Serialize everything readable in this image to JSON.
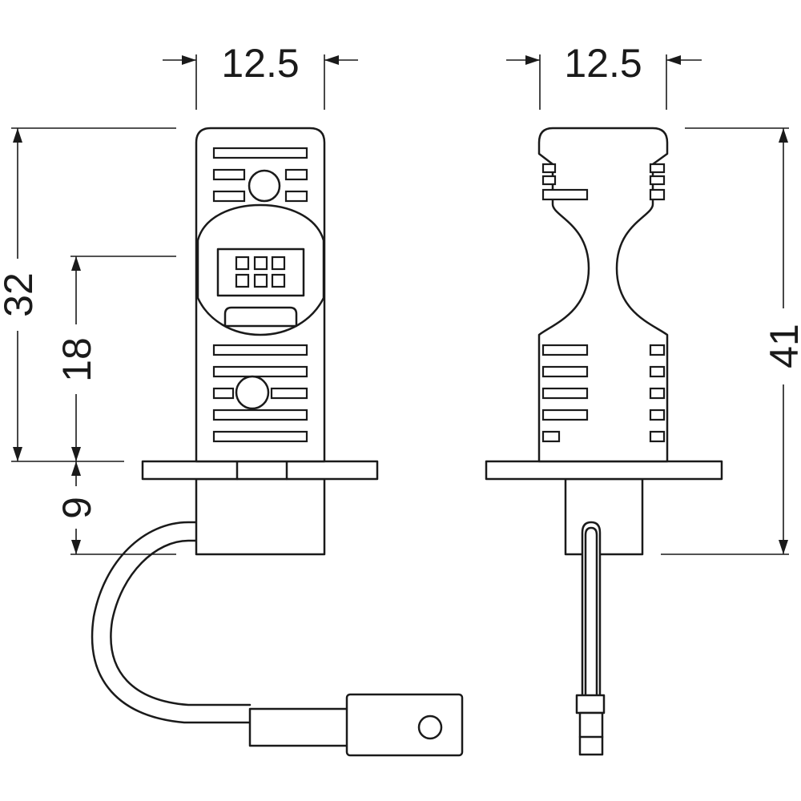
{
  "dimensions": {
    "front_width": "12.5",
    "side_width": "12.5",
    "front_total_height": "32",
    "front_upper_height": "18",
    "front_base_height": "9",
    "side_total_height": "41"
  }
}
